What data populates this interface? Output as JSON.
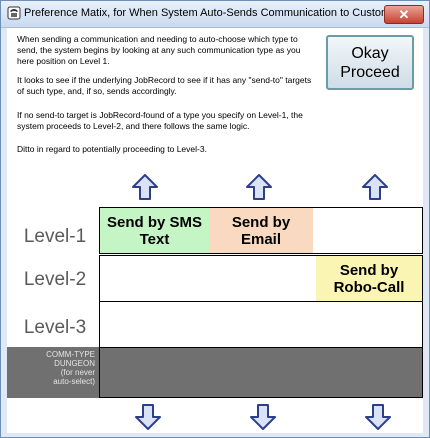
{
  "window": {
    "title": "Preference Matix, for When System Auto-Sends Communication to Customers",
    "close_symbol": "✕"
  },
  "instructions": {
    "paragraph_1": "When sending a communication and needing to auto-choose which type to send, the system begins by looking at any such communication type as you here position on Level 1.",
    "paragraph_2": "It looks to see if the underlying JobRecord to see if it has any \"send-to\" targets of such type, and, if so, sends accordingly.",
    "paragraph_3": "If no send-to target is JobRecord-found of a type you specify on Level-1, the system proceeds to Level-2, and there follows the same logic.",
    "paragraph_4": "Ditto in regard to potentially proceeding to Level-3."
  },
  "okay_button": {
    "line1": "Okay",
    "line2": "Proceed"
  },
  "levels": {
    "level1": "Level-1",
    "level2": "Level-2",
    "level3": "Level-3"
  },
  "dungeon": {
    "line1": "COMM-TYPE",
    "line2": "DUNGEON",
    "line3": "(for never",
    "line4": "auto-select)"
  },
  "chips": {
    "sms": {
      "line1": "Send by SMS",
      "line2": "Text",
      "color": "#c5f5c5"
    },
    "email": {
      "line1": "Send by",
      "line2": "Email",
      "color": "#f9d9bf"
    },
    "robo": {
      "line1": "Send by",
      "line2": "Robo-Call",
      "color": "#fbf5b4"
    }
  },
  "icons": {
    "up_arrow": "up-arrow-icon",
    "down_arrow": "down-arrow-icon",
    "app_icon": "telephone-icon"
  },
  "colors": {
    "arrow_fill": "#d9e3f5",
    "arrow_stroke": "#2c3f8a",
    "dungeon": "#707070"
  }
}
